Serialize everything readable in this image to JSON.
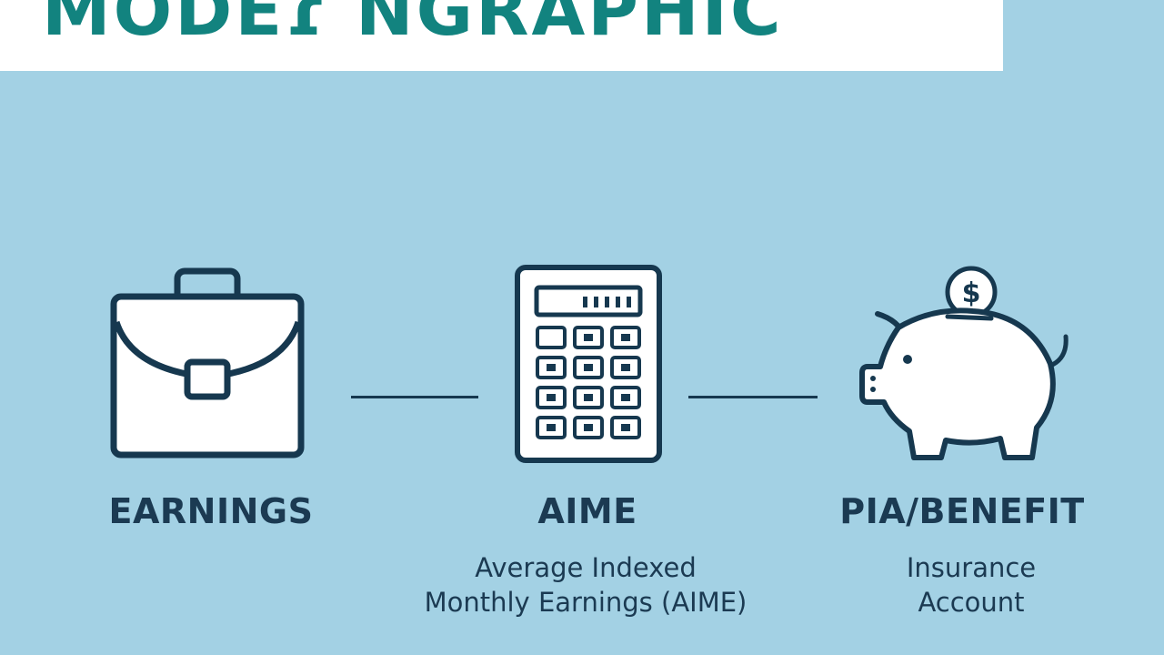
{
  "header": {
    "title": "MODEɾ NGRAPHIC"
  },
  "colors": {
    "background": "#a3d1e4",
    "header_bg": "#ffffff",
    "title_teal": "#12837f",
    "ink": "#16384f",
    "icon_fill": "#ffffff"
  },
  "steps": [
    {
      "icon": "briefcase-icon",
      "title": "EARNINGS",
      "subtitle_lines": []
    },
    {
      "icon": "calculator-icon",
      "title": "AIME",
      "subtitle_lines": [
        "Average Indexed",
        "Monthly Earnings (AIME)"
      ]
    },
    {
      "icon": "piggy-bank-icon",
      "title": "PIA/BENEFIT",
      "subtitle_lines": [
        "Insurance",
        "Account"
      ]
    }
  ]
}
